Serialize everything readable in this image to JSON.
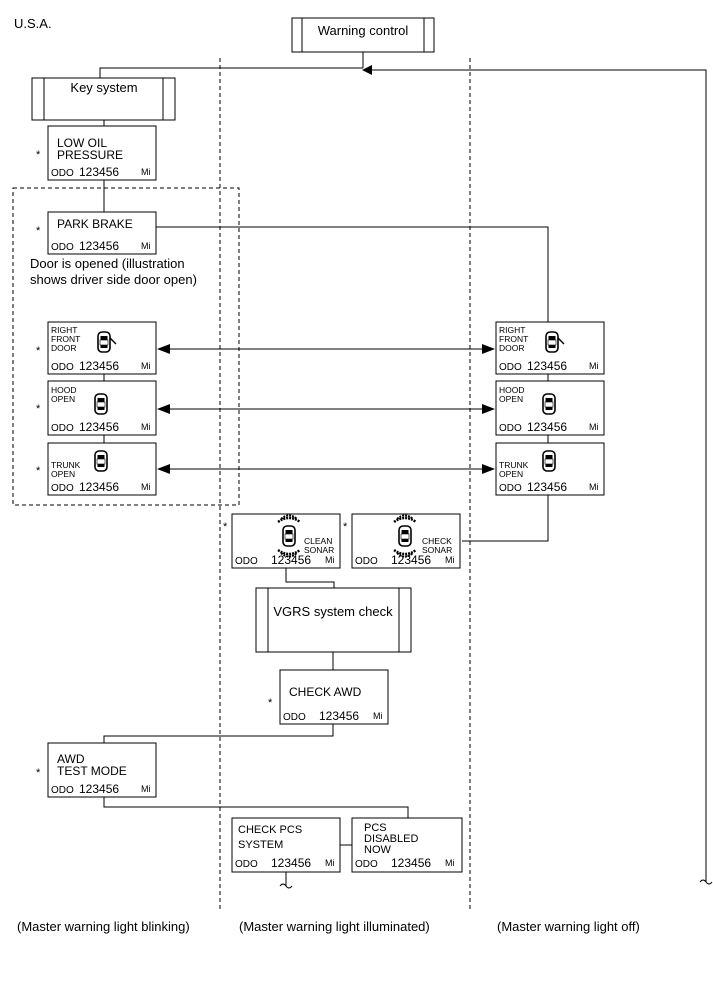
{
  "region": "U.S.A.",
  "process_boxes": {
    "warning_control": "Warning control",
    "key_system": "Key system",
    "vgrs": "VGRS system check"
  },
  "group_note": "Door is opened (illustration shows driver side door open)",
  "group_note_lines": [
    "Door is opened (illustration",
    "shows driver side door open)"
  ],
  "asterisk": "*",
  "odo_label": "ODO",
  "odo_value": "123456",
  "odo_unit": "Mi",
  "displays": {
    "low_oil": [
      "LOW  OIL",
      "PRESSURE"
    ],
    "park_brake": [
      "PARK  BRAKE"
    ],
    "right_front_door": [
      "RIGHT",
      "FRONT",
      "DOOR"
    ],
    "hood_open": [
      "HOOD",
      "OPEN"
    ],
    "trunk_open": [
      "TRUNK",
      "OPEN"
    ],
    "clean_sonar": [
      "CLEAN",
      "SONAR"
    ],
    "check_sonar": [
      "CHECK",
      "SONAR"
    ],
    "check_awd": [
      "CHECK  AWD"
    ],
    "awd_test_mode": [
      "AWD",
      "TEST  MODE"
    ],
    "check_pcs": [
      "CHECK PCS",
      "SYSTEM"
    ],
    "pcs_disabled": [
      "PCS",
      "DISABLED",
      "NOW"
    ]
  },
  "columns": {
    "left": "(Master warning light blinking)",
    "middle": "(Master warning light illuminated)",
    "right": "(Master warning light off)"
  },
  "icons": {
    "car_open_door": "car-right-front-door-open-icon",
    "car": "car-top-view-icon",
    "sonar": "car-sonar-sensor-icon"
  }
}
